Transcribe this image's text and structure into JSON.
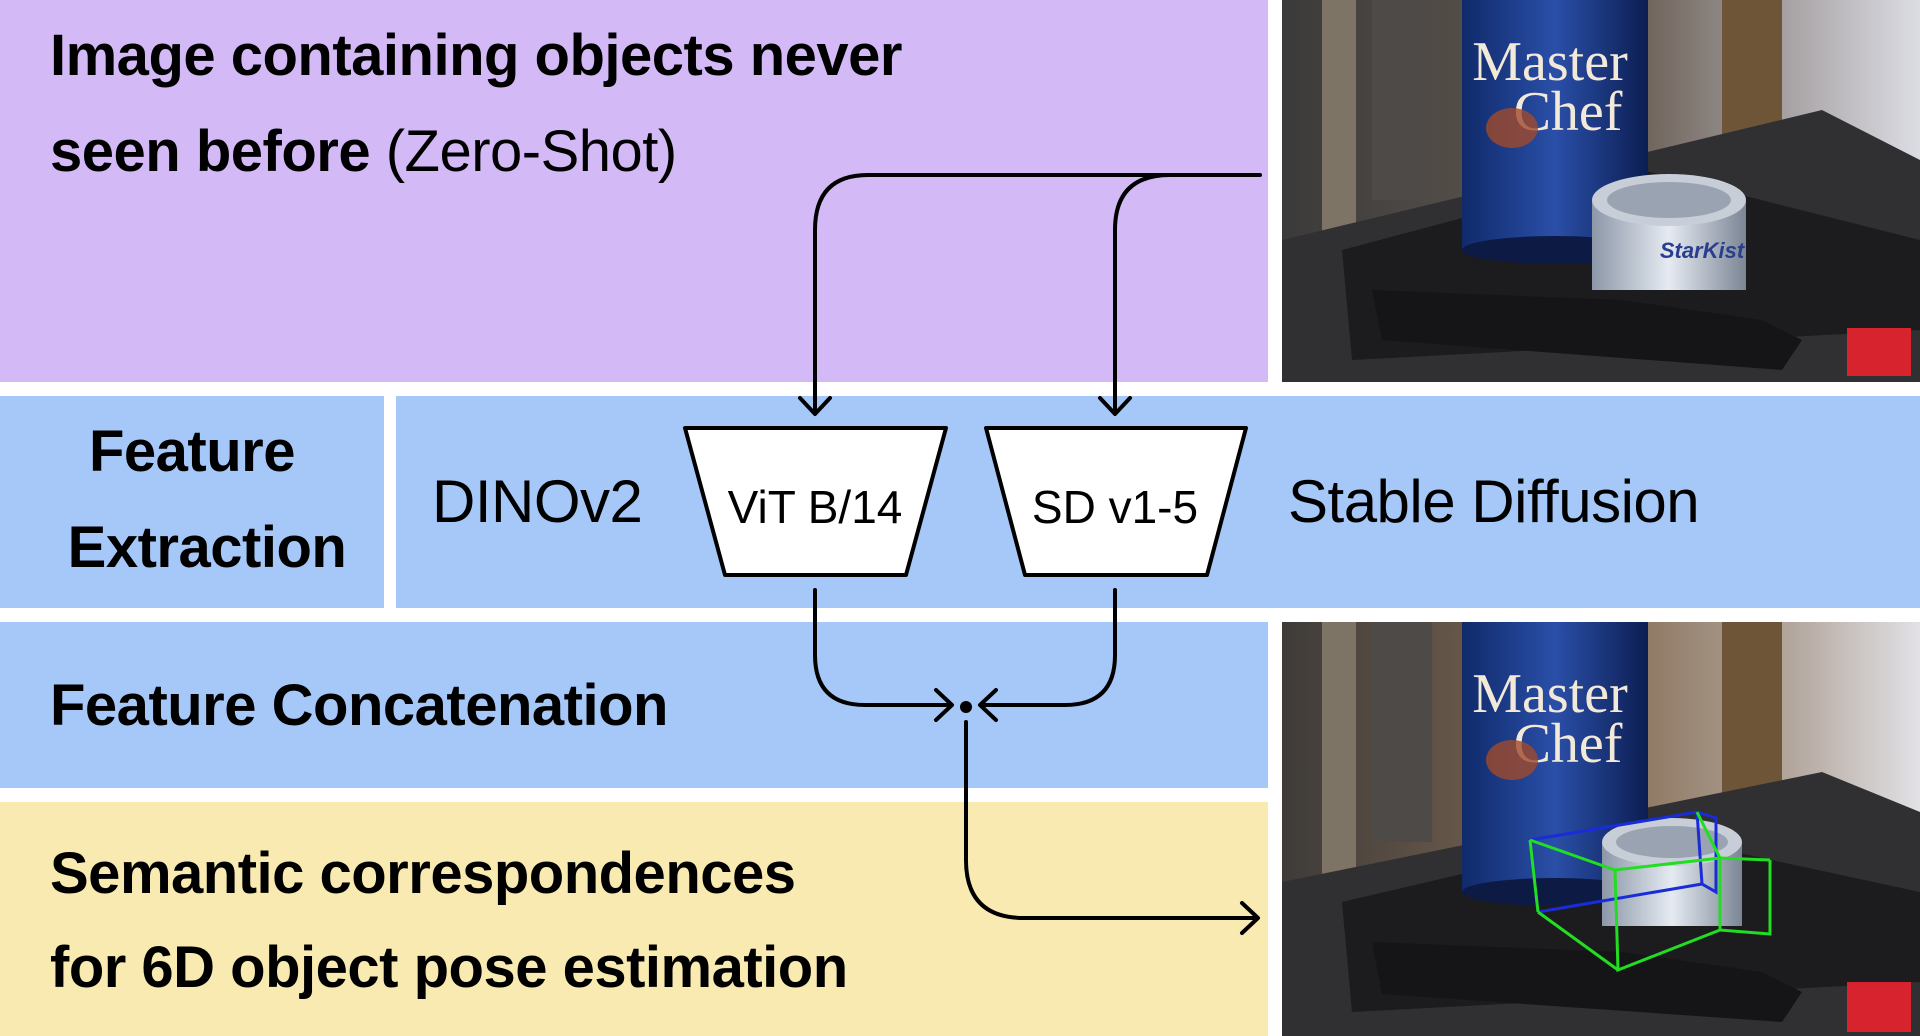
{
  "top_panel": {
    "line1": "Image containing objects never",
    "line2_bold": "seen before",
    "line2_regular": "(Zero-Shot)"
  },
  "feature_extraction": {
    "label_line1": "Feature",
    "label_line2": "Extraction",
    "left_model": "DINOv2",
    "left_block": "ViT B/14",
    "right_block": "SD v1-5",
    "right_model": "Stable Diffusion"
  },
  "concatenation": {
    "label": "Feature Concatenation"
  },
  "bottom_panel": {
    "line1": "Semantic correspondences",
    "line2": "for 6D object pose estimation"
  },
  "photo": {
    "can_brand_line1": "Master",
    "can_brand_line2": "Chef",
    "tin_brand": "StarKist"
  },
  "colors": {
    "purple": "#d4b9f7",
    "blue": "#a6c8f8",
    "yellow": "#f8eab0",
    "bbox_green": "#22dd22",
    "bbox_blue": "#1a2cd8"
  }
}
